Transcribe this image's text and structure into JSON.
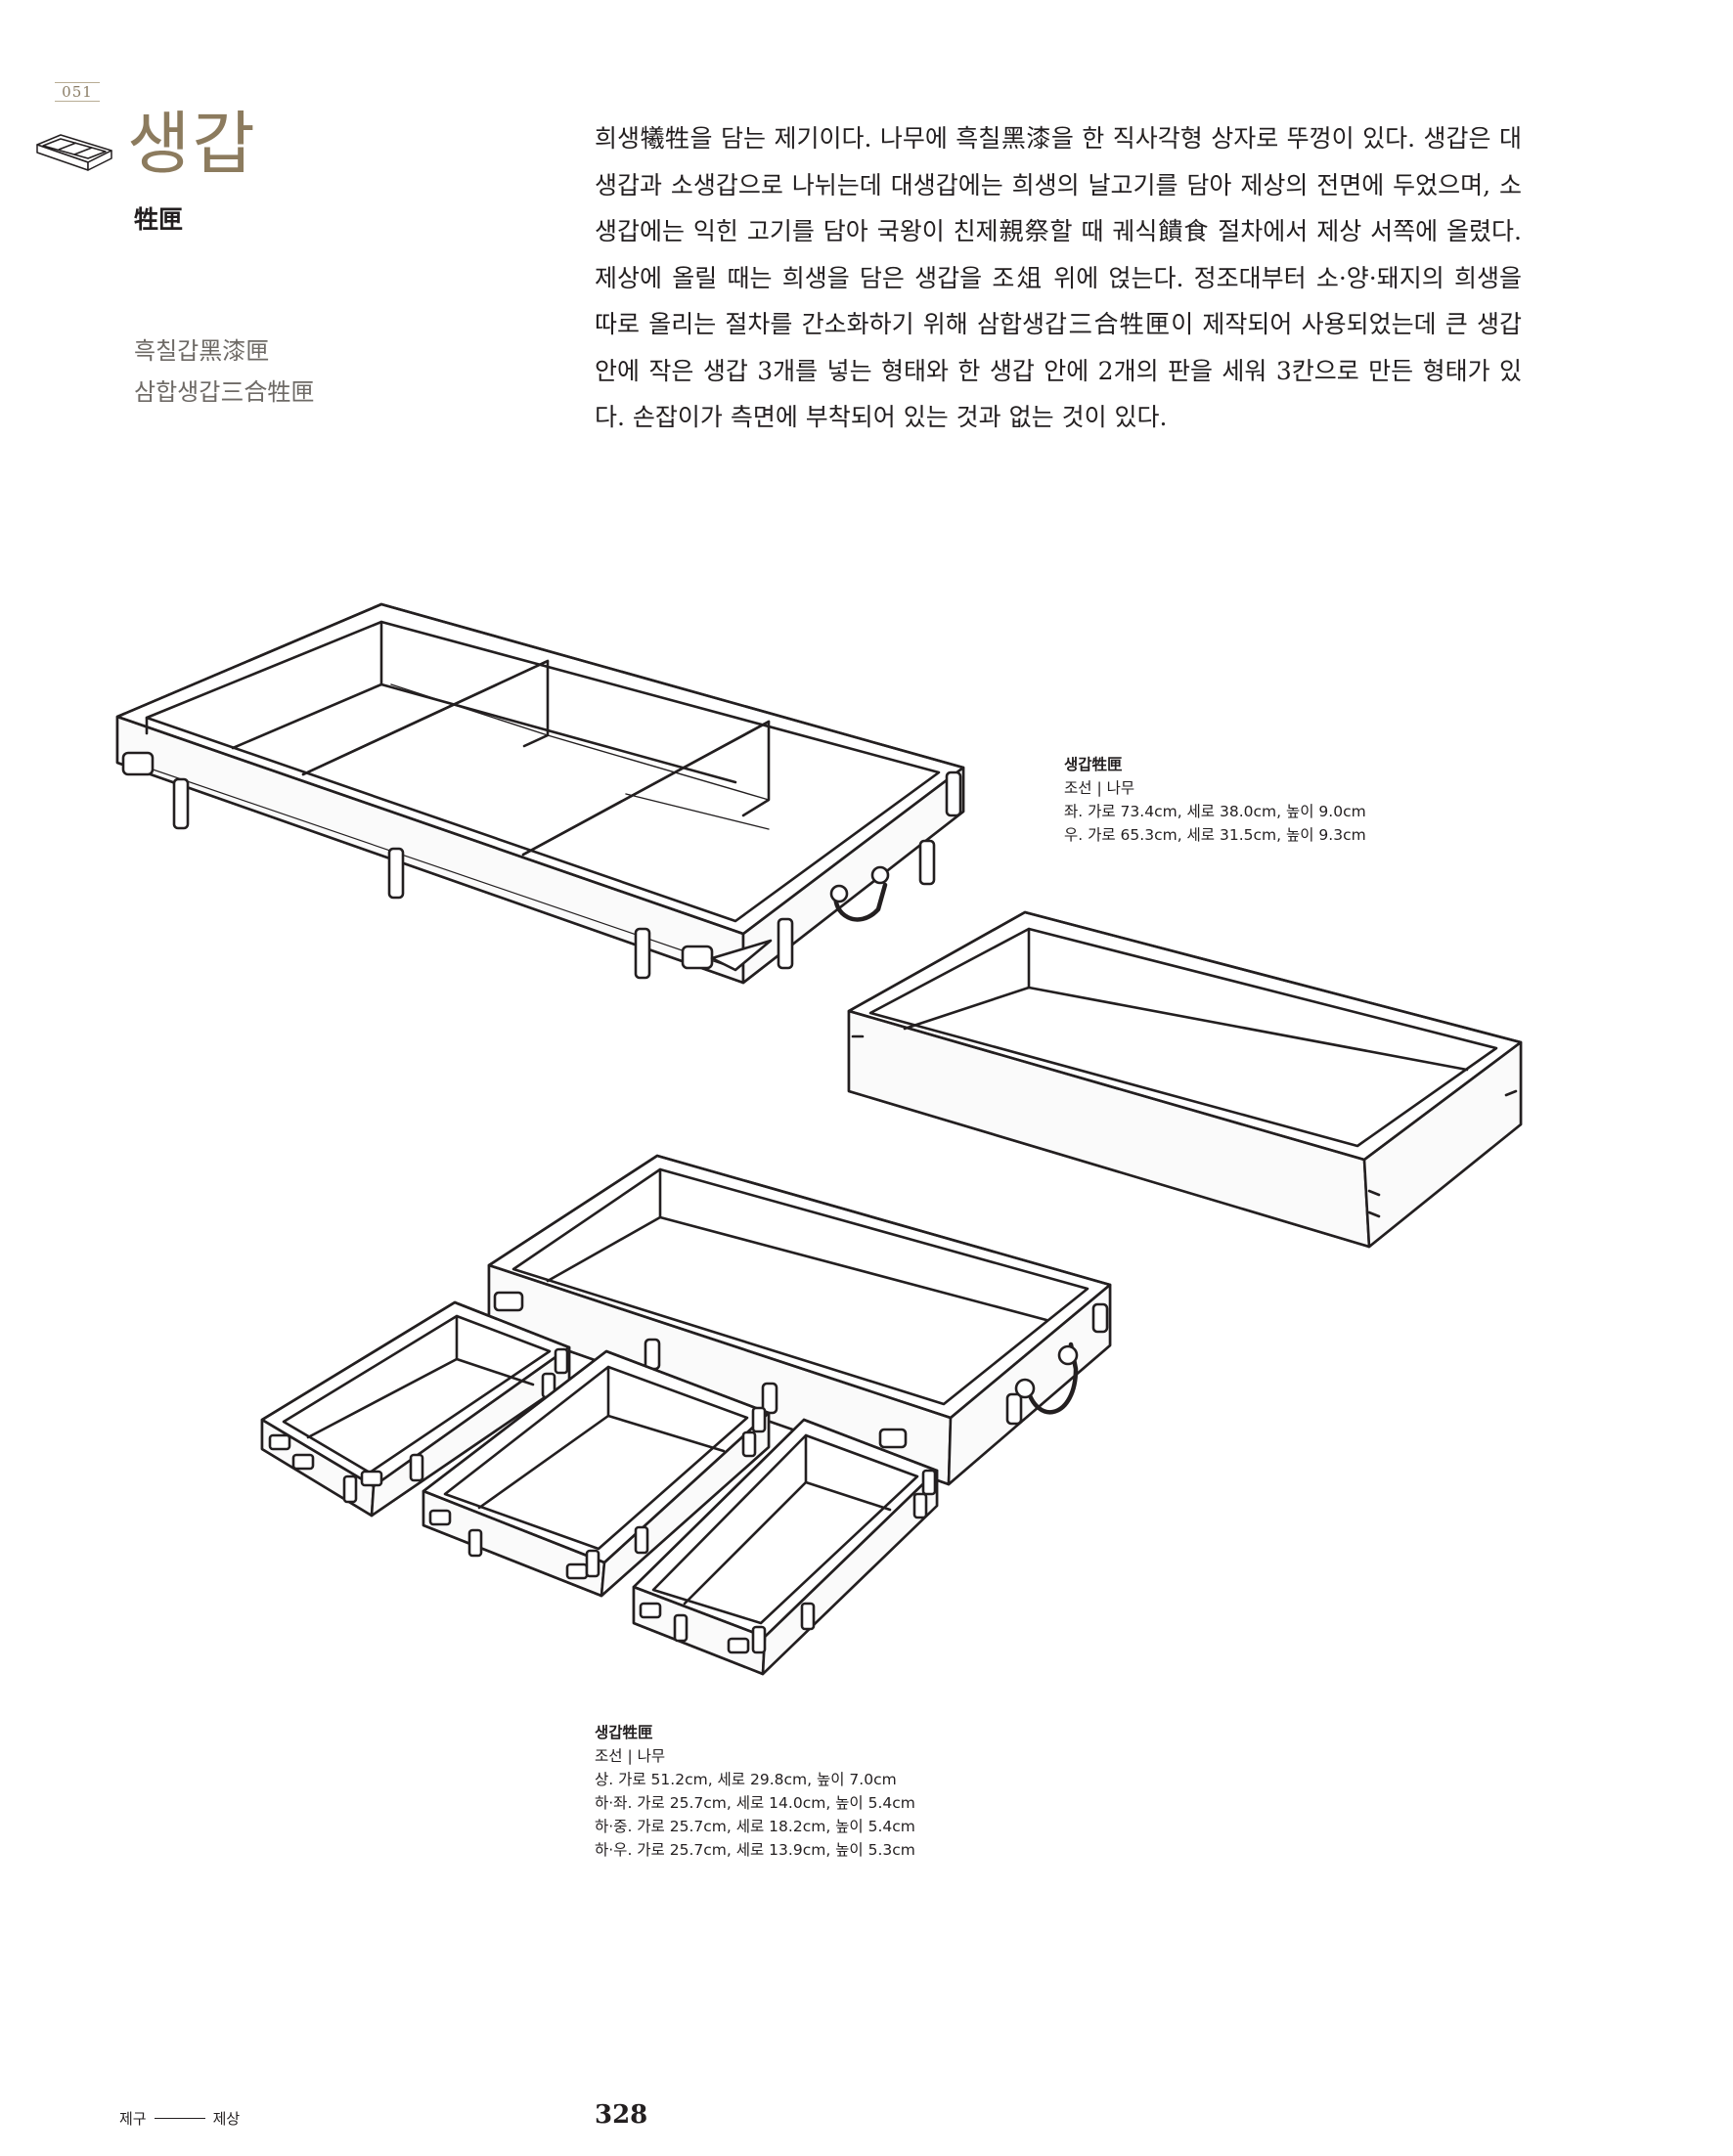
{
  "entry_number": "051",
  "title": "생갑",
  "subtitle": "牲匣",
  "alt_names": [
    "흑칠갑黑漆匣",
    "삼합생갑三合牲匣"
  ],
  "body_text": "희생犧牲을 담는 제기이다. 나무에 흑칠黑漆을 한 직사각형 상자로 뚜껑이 있다. 생갑은 대생갑과 소생갑으로 나뉘는데 대생갑에는 희생의 날고기를 담아 제상의 전면에 두었으며, 소생갑에는 익힌 고기를 담아 국왕이 친제親祭할 때 궤식饋食 절차에서 제상 서쪽에 올렸다. 제상에 올릴 때는 희생을 담은 생갑을 조俎 위에 얹는다. 정조대부터 소·양·돼지의 희생을 따로 올리는 절차를 간소화하기 위해 삼합생갑三合牲匣이 제작되어 사용되었는데 큰 생갑 안에 작은 생갑 3개를 넣는 형태와 한 생갑 안에 2개의 판을 세워 3칸으로 만든 형태가 있다. 손잡이가 측면에 부착되어 있는 것과 없는 것이 있다.",
  "captions": {
    "top": {
      "title": "생갑牲匣",
      "lines": [
        "조선 | 나무",
        "좌. 가로 73.4cm, 세로 38.0cm, 높이 9.0cm",
        "우. 가로 65.3cm, 세로 31.5cm, 높이 9.3cm"
      ]
    },
    "bottom": {
      "title": "생갑牲匣",
      "lines": [
        "조선 | 나무",
        "상. 가로 51.2cm, 세로 29.8cm, 높이 7.0cm",
        "하·좌. 가로 25.7cm, 세로 14.0cm, 높이 5.4cm",
        "하·중. 가로 25.7cm, 세로 18.2cm, 높이 5.4cm",
        "하·우. 가로 25.7cm, 세로 13.9cm, 높이 5.3cm"
      ]
    }
  },
  "footer": {
    "section": "제구",
    "subsection": "제상",
    "page_number": "328"
  }
}
